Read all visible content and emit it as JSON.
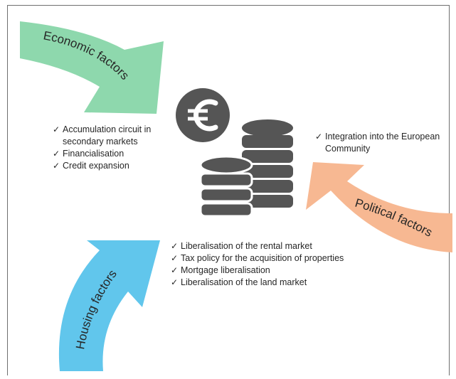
{
  "colors": {
    "economic": "#8ed8ad",
    "political": "#f7b892",
    "housing": "#61c6ec",
    "coin": "#555555",
    "text": "#262626"
  },
  "icons": {
    "currency": "euro-coin-icon",
    "stacks": "coin-stack-icon"
  },
  "arrows": {
    "economic_label": "Economic factors",
    "political_label": "Political factors",
    "housing_label": "Housing factors"
  },
  "economic_items": [
    "Accumulation circuit in secondary markets",
    "Financialisation",
    "Credit expansion"
  ],
  "political_items": [
    "Integration into the European Community"
  ],
  "housing_items": [
    "Liberalisation of the rental market",
    "Tax policy for the acquisition of properties",
    "Mortgage liberalisation",
    "Liberalisation of the land market"
  ]
}
